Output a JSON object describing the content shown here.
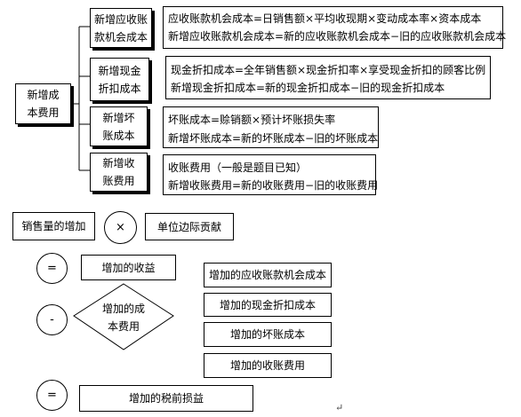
{
  "root": {
    "label": "新增成\n本费用"
  },
  "branches": [
    {
      "label": "新增应收账\n款机会成本",
      "line1": "应收账款机会成本=日销售额×平均收现期×变动成本率×资本成本",
      "line2": "新增应收账款机会成本=新的应收账款机会成本−旧的应收账款机会成本"
    },
    {
      "label": "新增现金\n折扣成本",
      "line1": "现金折扣成本=全年销售额×现金折扣率×享受现金折扣的顾客比例",
      "line2": "新增现金折扣成本=新的现金折扣成本−旧的现金折扣成本"
    },
    {
      "label": "新增坏\n账成本",
      "line1": "坏账成本=赊销额×预计坏账损失率",
      "line2": "新增坏账成本=新的坏账成本−旧的坏账成本"
    },
    {
      "label": "新增收\n账费用",
      "line1": "收账费用（一般是题目已知）",
      "line2": "新增收账费用=新的收账费用−旧的收账费用"
    }
  ],
  "formula": {
    "sales_increase": "销售量的增加",
    "times": "×",
    "unit_margin": "单位边际贡献",
    "equals": "=",
    "increased_revenue": "增加的收益",
    "minus": "-",
    "increased_cost": "增加的成\n本费用",
    "cost_items": [
      "增加的应收账款机会成本",
      "增加的现金折扣成本",
      "增加的坏账成本",
      "增加的收账费用"
    ],
    "equals2": "=",
    "pretax_gain": "增加的税前损益",
    "return_mark": "↵"
  }
}
